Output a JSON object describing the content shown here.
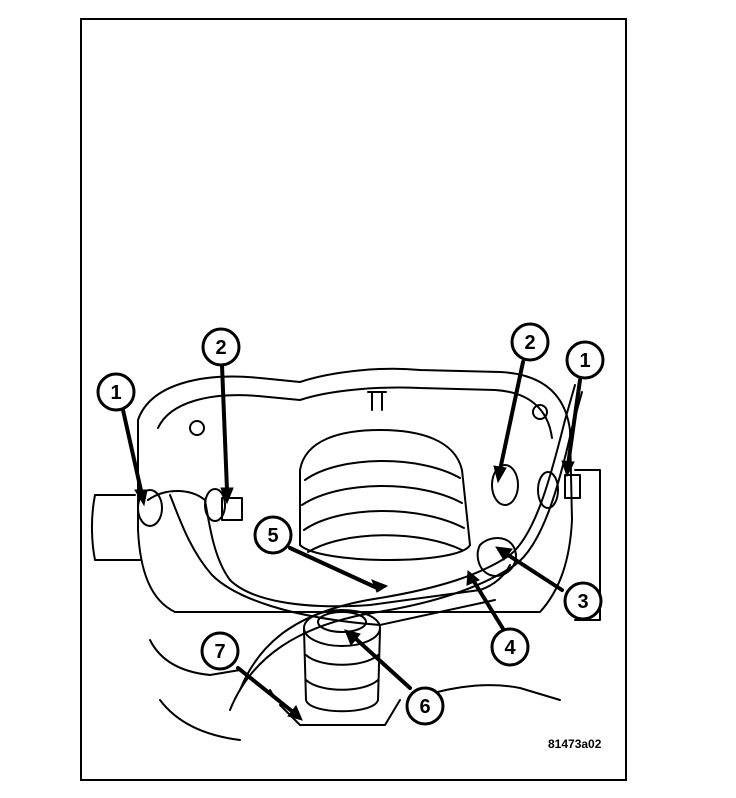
{
  "figure_id": "81473a02",
  "callouts": [
    {
      "key": "c1a",
      "label": "1"
    },
    {
      "key": "c2a",
      "label": "2"
    },
    {
      "key": "c2b",
      "label": "2"
    },
    {
      "key": "c1b",
      "label": "1"
    },
    {
      "key": "c5",
      "label": "5"
    },
    {
      "key": "c3",
      "label": "3"
    },
    {
      "key": "c4",
      "label": "4"
    },
    {
      "key": "c7",
      "label": "7"
    },
    {
      "key": "c6",
      "label": "6"
    }
  ],
  "colors": {
    "ink": "#000000",
    "paper": "#ffffff"
  }
}
